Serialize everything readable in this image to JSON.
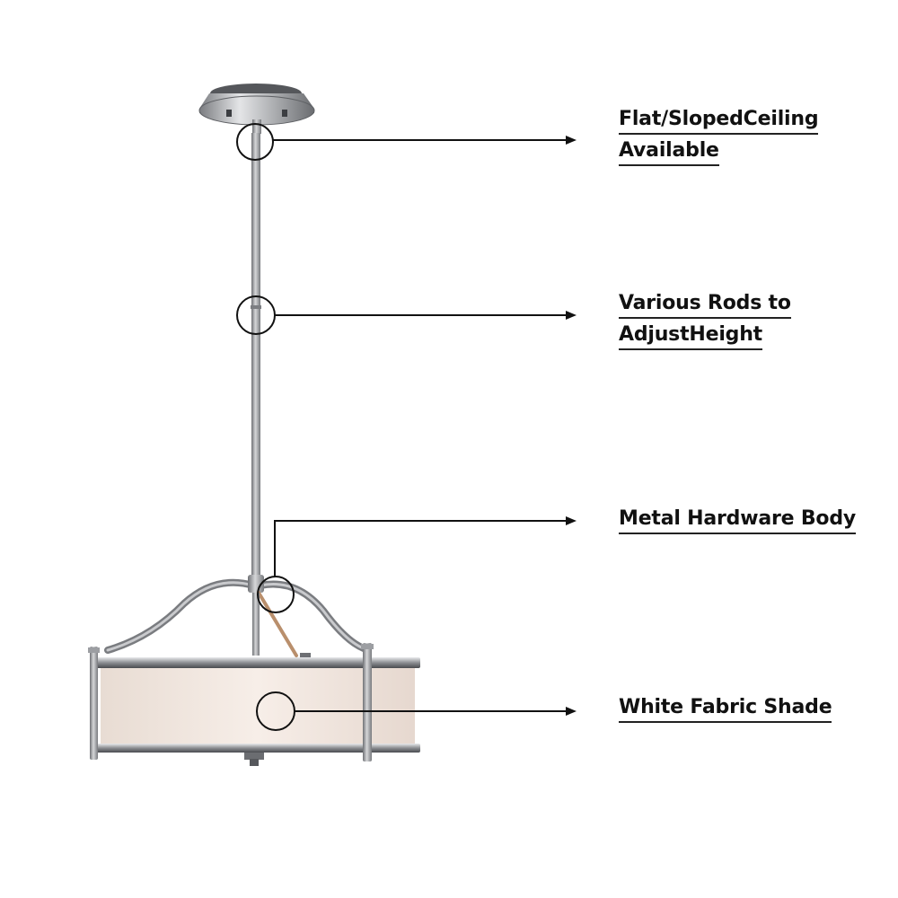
{
  "callouts": [
    {
      "id": "ceiling",
      "lines": [
        "Flat/SlopedCeiling",
        "Available"
      ]
    },
    {
      "id": "rods",
      "lines": [
        "Various Rods to",
        "AdjustHeight"
      ]
    },
    {
      "id": "body",
      "lines": [
        "Metal Hardware Body"
      ]
    },
    {
      "id": "shade",
      "lines": [
        "White Fabric Shade"
      ]
    }
  ],
  "colors": {
    "metal": "#8a8c90",
    "shade": "#f2e7df",
    "annotation": "#111111"
  }
}
